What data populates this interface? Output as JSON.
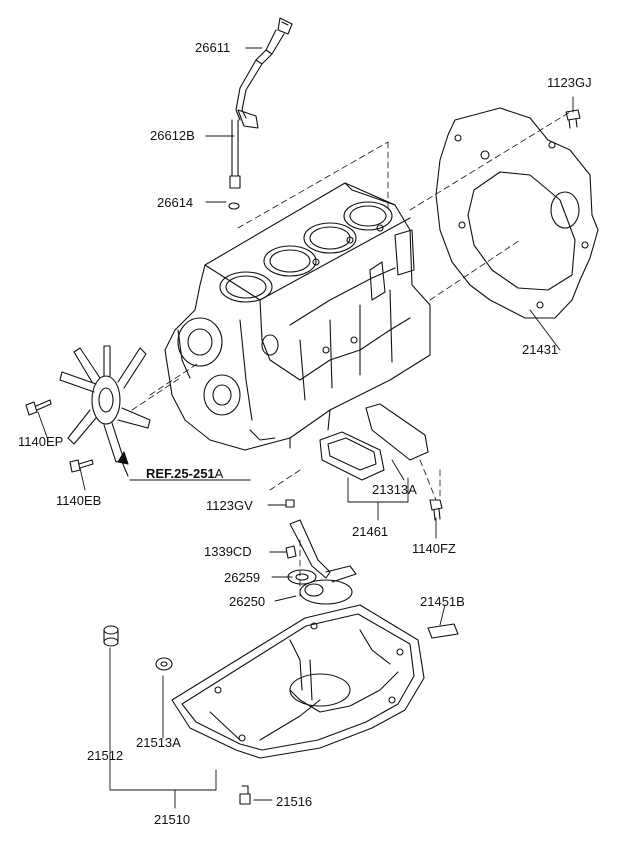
{
  "parts": {
    "p26611": "26611",
    "p26612B": "26612B",
    "p26614": "26614",
    "p1123GJ": "1123GJ",
    "p21431": "21431",
    "p1140EP": "1140EP",
    "p1140EB": "1140EB",
    "ref_bold": "REF.25-251",
    "ref_tail": "A",
    "p21313A": "21313A",
    "p1123GV": "1123GV",
    "p21461": "21461",
    "p1140FZ": "1140FZ",
    "p1339CD": "1339CD",
    "p26259": "26259",
    "p26250": "26250",
    "p21451B": "21451B",
    "p21512": "21512",
    "p21513A": "21513A",
    "p21516": "21516",
    "p21510": "21510"
  }
}
